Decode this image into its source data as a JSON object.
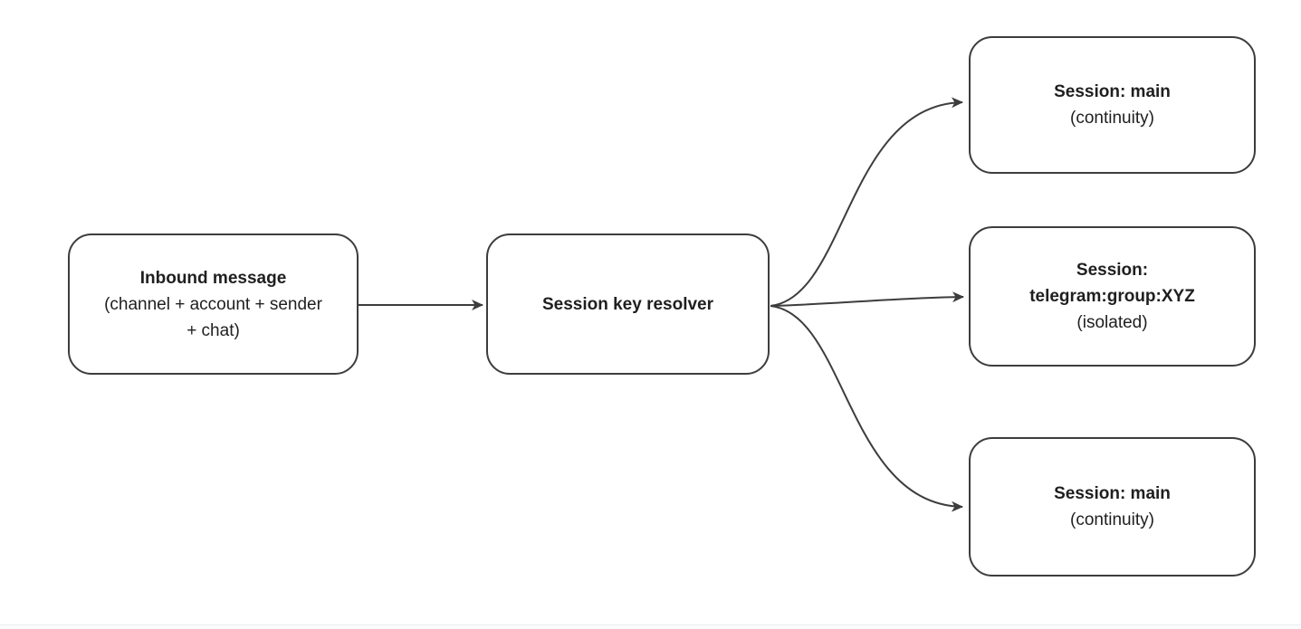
{
  "colors": {
    "canvas-bg": "#ffffff",
    "node-bg": "#ffffff",
    "stroke": "#3d3d3d",
    "text": "#1f1f1f"
  },
  "nodes": {
    "inbound": {
      "title": "Inbound message",
      "subtitle_lines": [
        "(channel + account + sender",
        "+ chat)"
      ]
    },
    "resolver": {
      "title": "Session key resolver"
    },
    "session_top": {
      "title": "Session: main",
      "subtitle": "(continuity)"
    },
    "session_mid": {
      "title_lines": [
        "Session:",
        "telegram:group:XYZ"
      ],
      "subtitle": "(isolated)"
    },
    "session_bottom": {
      "title": "Session: main",
      "subtitle": "(continuity)"
    }
  },
  "edges": [
    {
      "from": "inbound-message",
      "to": "session-key-resolver"
    },
    {
      "from": "session-key-resolver",
      "to": "session-main-top"
    },
    {
      "from": "session-key-resolver",
      "to": "session-telegram-group-xyz"
    },
    {
      "from": "session-key-resolver",
      "to": "session-main-bottom"
    }
  ]
}
